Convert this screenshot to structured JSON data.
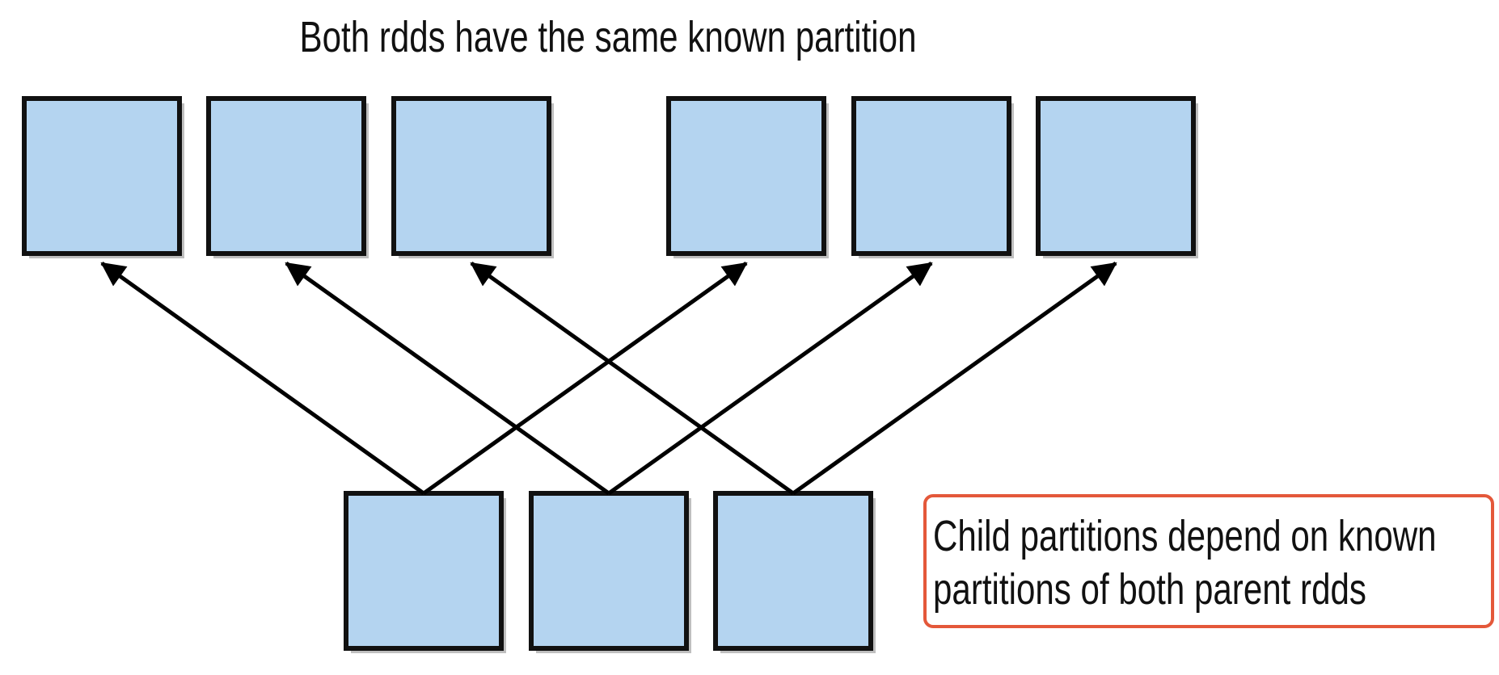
{
  "diagram": {
    "title": "Both rdds have the same known partition",
    "note_lines": [
      "Child partitions depend on known",
      "partitions of both parent rdds"
    ],
    "colors": {
      "partition_fill": "#b4d4f0",
      "partition_border": "#111111",
      "arrow": "#000000",
      "callout_border": "#e4583a"
    }
  }
}
